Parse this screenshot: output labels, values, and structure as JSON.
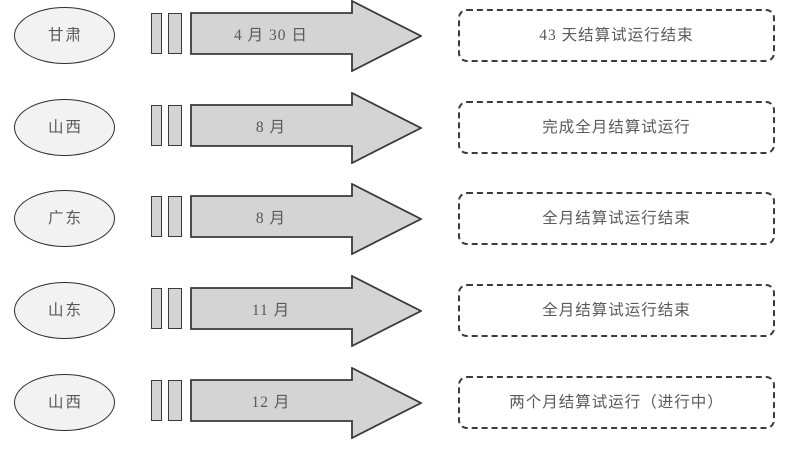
{
  "diagram": {
    "type": "timeline-milestone-rows",
    "background_color": "#ffffff",
    "shape_fill": "#d4d4d4",
    "ellipse_fill": "#f2f2f2",
    "stroke_color": "#3a3a3a",
    "text_color": "#58595b",
    "rows": [
      {
        "region": "甘肃",
        "milestone": "4 月 30 日",
        "outcome": "43 天结算试运行结束"
      },
      {
        "region": "山西",
        "milestone": "8 月",
        "outcome": "完成全月结算试运行"
      },
      {
        "region": "广东",
        "milestone": "8 月",
        "outcome": "全月结算试运行结束"
      },
      {
        "region": "山东",
        "milestone": "11 月",
        "outcome": "全月结算试运行结束"
      },
      {
        "region": "山西",
        "milestone": "12 月",
        "outcome": "两个月结算试运行（进行中）"
      }
    ]
  }
}
